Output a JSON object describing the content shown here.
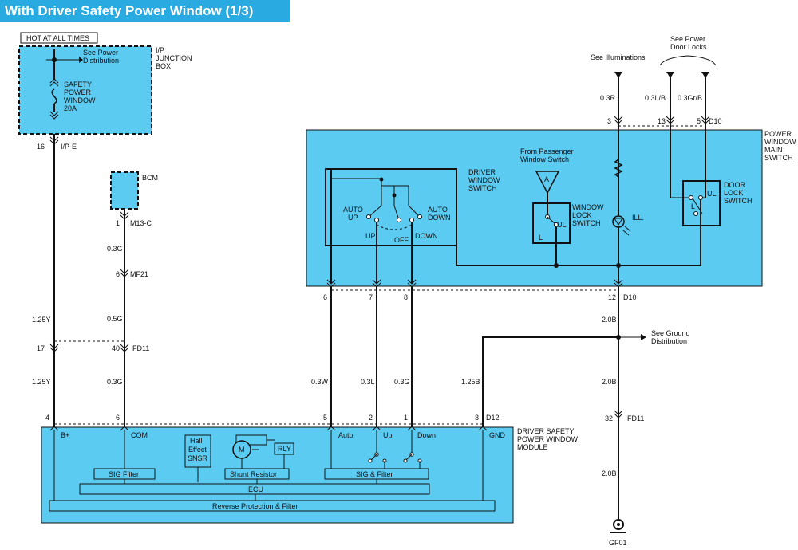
{
  "title": "With Driver Safety Power Window (1/3)",
  "hot_label": "HOT AT ALL TIMES",
  "junction": {
    "name": [
      "I/P",
      "JUNCTION",
      "BOX"
    ],
    "see_power": [
      "See Power",
      "Distribution"
    ],
    "fuse": [
      "SAFETY",
      "POWER",
      "WINDOW",
      "20A"
    ],
    "connector": "16 I/P-E"
  },
  "bcm": {
    "name": "BCM",
    "connector": "M13-C",
    "pin": "1"
  },
  "left_wires": {
    "w1": "1.25Y",
    "w2": "1.25Y",
    "c17": "17",
    "c40": "40",
    "fd11": "FD11",
    "g1": "0.3G",
    "g2": "0.5G",
    "g3": "0.3G",
    "mf21": "MF21",
    "mf21_pin": "6"
  },
  "main_switch": {
    "name": [
      "POWER",
      "WINDOW",
      "MAIN",
      "SWITCH"
    ],
    "driver_switch": [
      "DRIVER",
      "WINDOW",
      "SWITCH"
    ],
    "auto_up": [
      "AUTO",
      "UP"
    ],
    "auto_down": [
      "AUTO",
      "DOWN"
    ],
    "up": "UP",
    "off": "OFF",
    "down": "DOWN",
    "from_passenger": [
      "From Passenger",
      "Window Switch"
    ],
    "a_label": "A",
    "window_lock": [
      "WINDOW",
      "LOCK",
      "SWITCH"
    ],
    "ul": "UL",
    "l": "L",
    "ill": "ILL.",
    "door_lock": [
      "DOOR",
      "LOCK",
      "SWITCH"
    ],
    "top_pins": {
      "p3": "3",
      "p13": "13",
      "p5": "5",
      "conn": "D10"
    },
    "bottom_pins": {
      "p6": "6",
      "p7": "7",
      "p8": "8",
      "p12": "12",
      "conn": "D10"
    }
  },
  "top_right": {
    "see_illum": "See Illuminations",
    "see_power_door": [
      "See Power",
      "Door Locks"
    ],
    "w_r": "0.3R",
    "w_lb": "0.3L/B",
    "w_grb": "0.3Gr/B"
  },
  "mid_wires": {
    "w_auto": "0.3W",
    "w_up": "0.3L",
    "w_down": "0.3G",
    "w_gnd": "1.25B",
    "w_b1": "2.0B",
    "w_b2": "2.0B",
    "w_b3": "2.0B",
    "see_ground": [
      "See Ground",
      "Distribution"
    ],
    "fd11_pin": "32",
    "fd11": "FD11",
    "gf01": "GF01"
  },
  "module": {
    "name": [
      "DRIVER SAFETY",
      "POWER WINDOW",
      "MODULE"
    ],
    "pins": {
      "p4": "4",
      "p6": "6",
      "p5": "5",
      "p2": "2",
      "p1": "1",
      "p3": "3",
      "conn": "D12"
    },
    "bplus": "B+",
    "com": "COM",
    "auto": "Auto",
    "up": "Up",
    "down": "Down",
    "gnd": "GND",
    "hall": [
      "Hall",
      "Effect",
      "SNSR"
    ],
    "motor": "M",
    "rly": "RLY",
    "sig_filter": "SIG Filter",
    "shunt": "Shunt Resistor",
    "sig_and_filter": "SIG & Filter",
    "ecu": "ECU",
    "reverse": "Reverse Protection & Filter"
  }
}
